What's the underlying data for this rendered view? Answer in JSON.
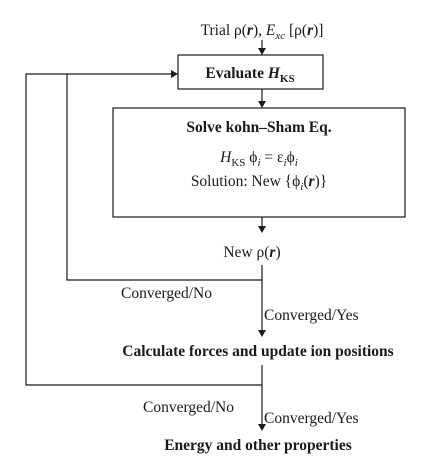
{
  "diagram": {
    "input_label": "Trial ρ(r), Exc [ρ(r)]",
    "evaluate_box": "Evaluate HKS",
    "solve_box": {
      "title": "Solve kohn–Sham Eq.",
      "equation": "HKS ϕi = εiϕi",
      "solution": "Solution: New {ϕi(r)}"
    },
    "new_density": "New ρ(r)",
    "loop1": {
      "no_label": "Converged/No",
      "yes_label": "Converged/Yes"
    },
    "forces_step": "Calculate forces and update ion positions",
    "loop2": {
      "no_label": "Converged/No",
      "yes_label": "Converged/Yes"
    },
    "final_step": "Energy and other properties"
  }
}
